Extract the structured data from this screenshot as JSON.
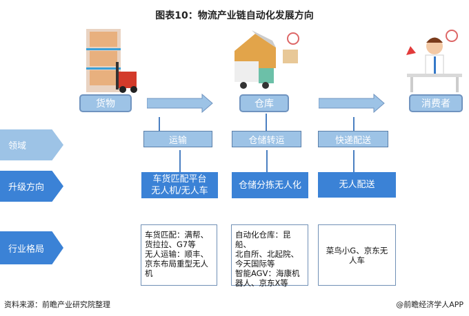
{
  "title": "图表10：物流产业链自动化发展方向",
  "nodes": [
    "货物",
    "仓库",
    "消费者"
  ],
  "rows": {
    "field": "领域",
    "upgrade": "升级方向",
    "industry": "行业格局"
  },
  "fields": [
    "运输",
    "仓储转运",
    "快递配送"
  ],
  "upgrades": [
    [
      "车货匹配平台",
      "无人机/无人车"
    ],
    [
      "仓储分拣无人化"
    ],
    [
      "无人配送"
    ]
  ],
  "industry": [
    [
      "车货匹配：满帮、",
      "货拉拉、G7等",
      "无人运输：顺丰、",
      "京东布局重型无人",
      "机"
    ],
    [
      "自动化仓库：昆船、",
      "北自所、北起院、",
      "今天国际等",
      "智能AGV：海康机",
      "器人、京东X等"
    ],
    [
      "菜鸟小G、京东无",
      "人车"
    ]
  ],
  "footer": {
    "source": "资料来源：前瞻产业研究院整理",
    "brand": "@前瞻经济学人APP"
  },
  "colors": {
    "light": "#9dc3e6",
    "dark": "#3b82d6"
  }
}
